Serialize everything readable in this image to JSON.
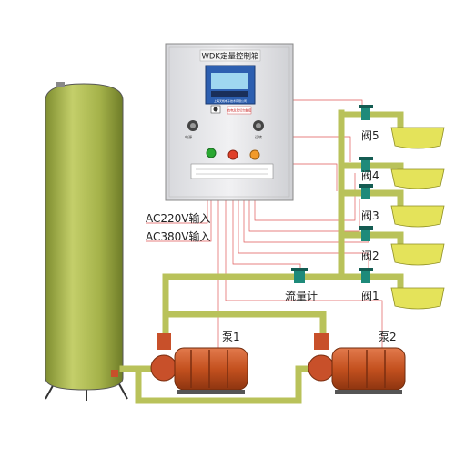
{
  "cabinet": {
    "title": "WDK定量控制箱",
    "display_text": "上海天帆电子技术有限公司",
    "warning_text": "有电危险切勿触摸",
    "knob_left": "电源",
    "knob_right": "运转"
  },
  "inputs": {
    "ac220": "AC220V输入",
    "ac380": "AC380V输入"
  },
  "labels": {
    "flowmeter": "流量计",
    "pump1": "泵1",
    "pump2": "泵2",
    "valves": [
      "阀1",
      "阀2",
      "阀3",
      "阀4",
      "阀5"
    ]
  },
  "colors": {
    "pipe": "#b9c25a",
    "tank": "#9fae45",
    "pump": "#c8502a",
    "wire": "#e05a5a",
    "valve": "#1e8a7a",
    "bucket": "#e4e35a",
    "cabinet": "#e8e8ea"
  }
}
